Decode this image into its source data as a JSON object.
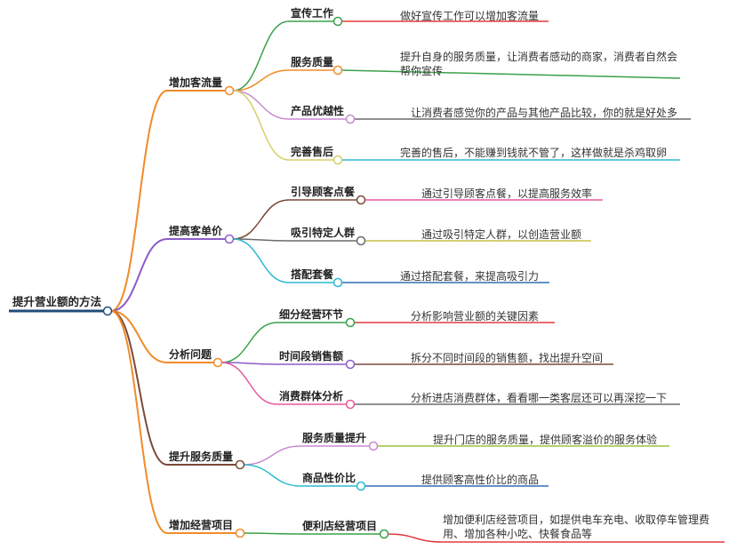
{
  "root": {
    "label": "提升营业额的方法",
    "color": "#1f4e79"
  },
  "branches": [
    {
      "label": "增加客流量",
      "color": "#f08c28",
      "children": [
        {
          "label": "宣传工作",
          "color": "#3aa14a",
          "leaf": "做好宣传工作可以增加客流量",
          "leaf_color": "#e23b3b"
        },
        {
          "label": "服务质量",
          "color": "#f08c28",
          "leaf": "提升自身的服务质量，让消费者感动的商家，消费者自然会帮你宣传",
          "leaf_color": "#3aa14a"
        },
        {
          "label": "产品优越性",
          "color": "#c98ad0",
          "leaf": "让消费者感觉你的产品与其他产品比较，你的就是好处多",
          "leaf_color": "#6b6b6b"
        },
        {
          "label": "完善售后",
          "color": "#d8cf6a",
          "leaf": "完善的售后，不能赚到钱就不管了，这样做就是杀鸡取卵",
          "leaf_color": "#2bb9d2"
        }
      ]
    },
    {
      "label": "提高客单价",
      "color": "#8c5cc7",
      "children": [
        {
          "label": "引导顾客点餐",
          "color": "#7a4a38",
          "leaf": "通过引导顾客点餐，以提高服务效率",
          "leaf_color": "#e65a9c"
        },
        {
          "label": "吸引特定人群",
          "color": "#6b6b6b",
          "leaf": "通过吸引特定人群，以创造营业额",
          "leaf_color": "#c9c04a"
        },
        {
          "label": "搭配套餐",
          "color": "#2bb9d2",
          "leaf": "通过搭配套餐，来提高吸引力",
          "leaf_color": "#2e6fb6"
        }
      ]
    },
    {
      "label": "分析问题",
      "color": "#f08c28",
      "children": [
        {
          "label": "细分经营环节",
          "color": "#3aa14a",
          "leaf": "分析影响营业额的关键因素",
          "leaf_color": "#e23b3b"
        },
        {
          "label": "时间段销售额",
          "color": "#8c5cc7",
          "leaf": "拆分不同时间段的销售额，找出提升空间",
          "leaf_color": "#7a4a38"
        },
        {
          "label": "消费群体分析",
          "color": "#e65a9c",
          "leaf": "分析进店消费群体，看看哪一类客层还可以再深挖一下",
          "leaf_color": "#6b6b6b"
        }
      ]
    },
    {
      "label": "提升服务质量",
      "color": "#7a4a38",
      "children": [
        {
          "label": "服务质量提升",
          "color": "#c98ad0",
          "leaf": "提升门店的服务质量，提供顾客溢价的服务体验",
          "leaf_color": "#9ac33a"
        },
        {
          "label": "商品性价比",
          "color": "#2bb9d2",
          "leaf": "提供顾客高性价比的商品",
          "leaf_color": "#2e6fb6"
        }
      ]
    },
    {
      "label": "增加经营项目",
      "color": "#f08c28",
      "children": [
        {
          "label": "便利店经营项目",
          "color": "#3aa14a",
          "leaf": "增加便利店经营项目，如提供电车充电、收取停车管理费用、增加各种小吃、快餐食品等",
          "leaf_color": "#e23b3b"
        }
      ]
    }
  ]
}
